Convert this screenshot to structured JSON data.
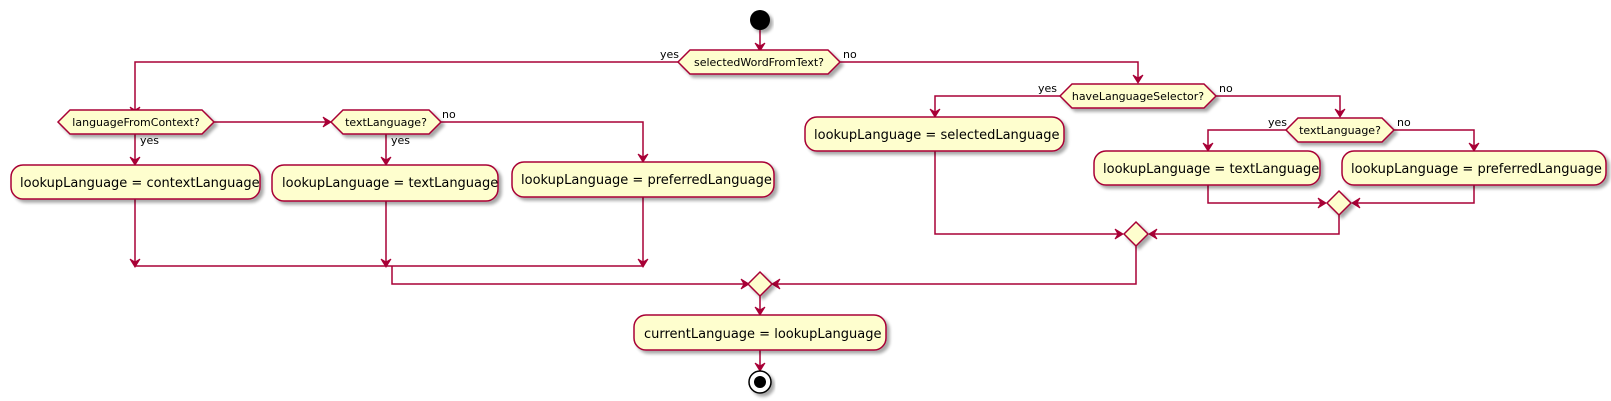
{
  "diagram": {
    "colors": {
      "fill": "#FEFECE",
      "stroke": "#A80036",
      "text": "#000000"
    },
    "decisions": {
      "selected_word": "selectedWordFromText?",
      "language_from_context": "languageFromContext?",
      "text_language_left": "textLanguage?",
      "have_language_selector": "haveLanguageSelector?",
      "text_language_right": "textLanguage?"
    },
    "actions": {
      "context_language": "lookupLanguage = contextLanguage",
      "text_language_left": "lookupLanguage = textLanguage",
      "preferred_language_left": "lookupLanguage = preferredLanguage",
      "selected_language": "lookupLanguage = selectedLanguage",
      "text_language_right": "lookupLanguage = textLanguage",
      "preferred_language_right": "lookupLanguage = preferredLanguage",
      "current_language": "currentLanguage = lookupLanguage"
    },
    "branch_labels": {
      "yes": "yes",
      "no": "no"
    }
  }
}
